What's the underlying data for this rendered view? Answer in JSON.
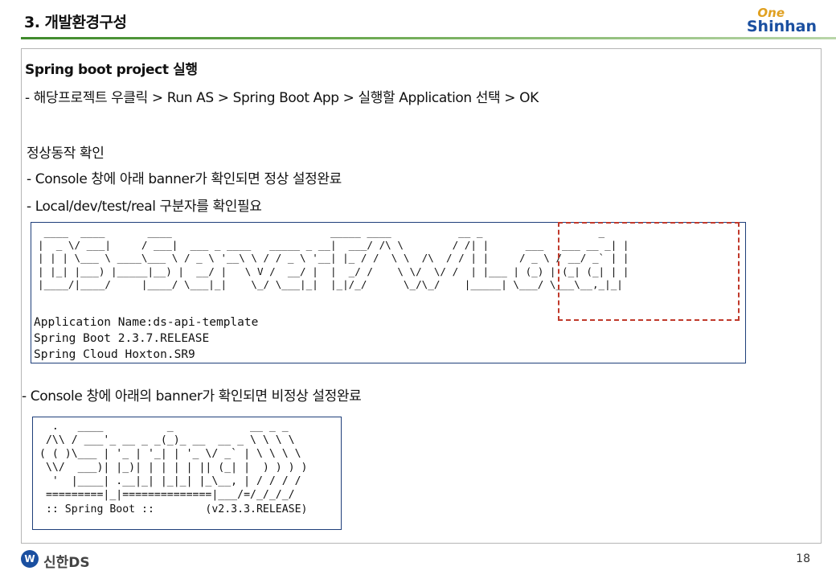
{
  "header": {
    "section_title": "3. 개발환경구성",
    "logo_one": "One",
    "logo_shinhan": "Shinhan"
  },
  "content": {
    "heading": "Spring boot project 실행",
    "step_line": "- 해당프로젝트 우클릭 > Run AS > Spring Boot App > 실행할 Application 선택 > OK",
    "check_heading": "정상동작 확인",
    "check_line1": "- Console 창에 아래 banner가 확인되면 정상 설정완료",
    "check_line2": "- Local/dev/test/real 구분자를 확인필요",
    "abnormal_line": "- Console 창에 아래의 banner가 확인되면 비정상 설정완료"
  },
  "console_ok": {
    "ascii_art": " ____  ____       ____                          _____ ____           __ _                   _ \n|  _ \\/ ___|     / ___|  ___ _ ____   _____ _ __|  ___/ /\\ \\        / /| |      ___   ___ __ _| |\n| | | \\___ \\ ____\\___ \\ / _ \\ '__\\ \\ / / _ \\ '__| |_ / /  \\ \\  /\\  / / | |     / _ \\ / __/ _` | |\n| |_| |___) |_____|__) |  __/ |   \\ V /  __/ |  |  _/ /    \\ \\/  \\/ /  | |___ | (_) | (_| (_| | |\n|____/|____/     |____/ \\___|_|    \\_/ \\___|_|  |_|/_/      \\_/\\_/    |_____| \\___/ \\___\\__,_|_|",
    "app_name": "Application Name:ds-api-template",
    "boot_version": "Spring Boot 2.3.7.RELEASE",
    "cloud_version": "Spring Cloud Hoxton.SR9"
  },
  "console_bad": {
    "ascii_art": "  .   ____          _            __ _ _\n /\\\\ / ___'_ __ _ _(_)_ __  __ _ \\ \\ \\ \\\n( ( )\\___ | '_ | '_| | '_ \\/ _` | \\ \\ \\ \\\n \\\\/  ___)| |_)| | | | | || (_| |  ) ) ) )\n  '  |____| .__|_| |_|_| |_\\__, | / / / /\n =========|_|==============|___/=/_/_/_/\n :: Spring Boot ::        (v2.3.3.RELEASE)"
  },
  "footer": {
    "company": "신한DS",
    "page_number": "18"
  }
}
